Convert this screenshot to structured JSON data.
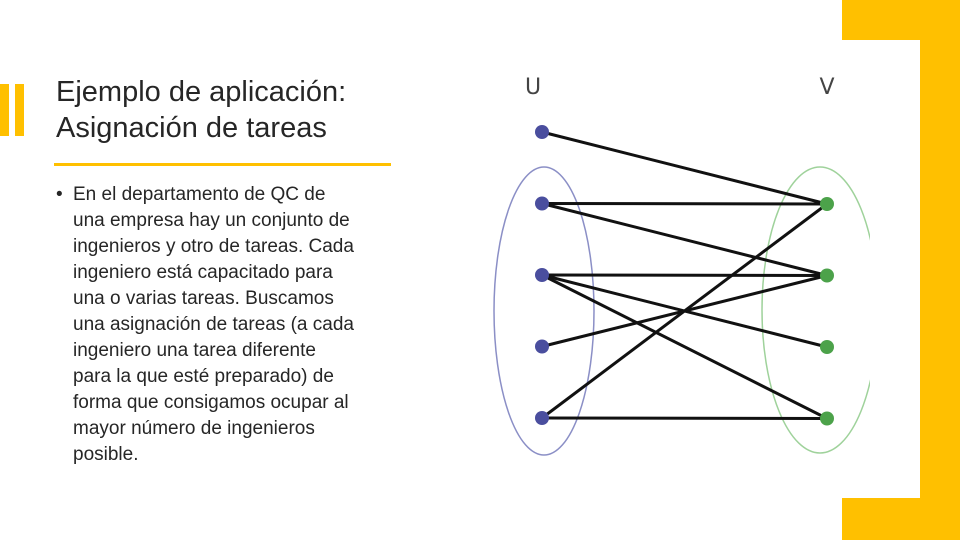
{
  "title": {
    "lines": [
      "Ejemplo de aplicación:",
      "Asignación de tareas"
    ]
  },
  "bullet": {
    "symbol": "•",
    "lines": [
      "En el departamento de QC de",
      "una empresa hay un conjunto de",
      "ingenieros y otro de tareas. Cada",
      "ingeniero está capacitado para",
      "una o varias tareas. Buscamos",
      "una asignación de tareas (a cada",
      "ingeniero una tarea diferente",
      "para la que esté preparado) de",
      "forma que consigamos ocupar al",
      "mayor número de ingenieros",
      "posible."
    ]
  },
  "graph": {
    "left_set_label": "U",
    "right_set_label": "V",
    "left_node_count": 5,
    "right_node_count": 4,
    "edges": [
      [
        0,
        0
      ],
      [
        1,
        0
      ],
      [
        2,
        1
      ],
      [
        2,
        2
      ],
      [
        2,
        3
      ],
      [
        3,
        1
      ],
      [
        4,
        0
      ],
      [
        4,
        3
      ],
      [
        1,
        1
      ]
    ],
    "colors": {
      "left_node": "#4a4e9e",
      "right_node": "#4ca24a",
      "left_ellipse": "#8b8fc6",
      "right_ellipse": "#9fd29b",
      "edge": "#111111",
      "accent": "#ffc000"
    }
  }
}
